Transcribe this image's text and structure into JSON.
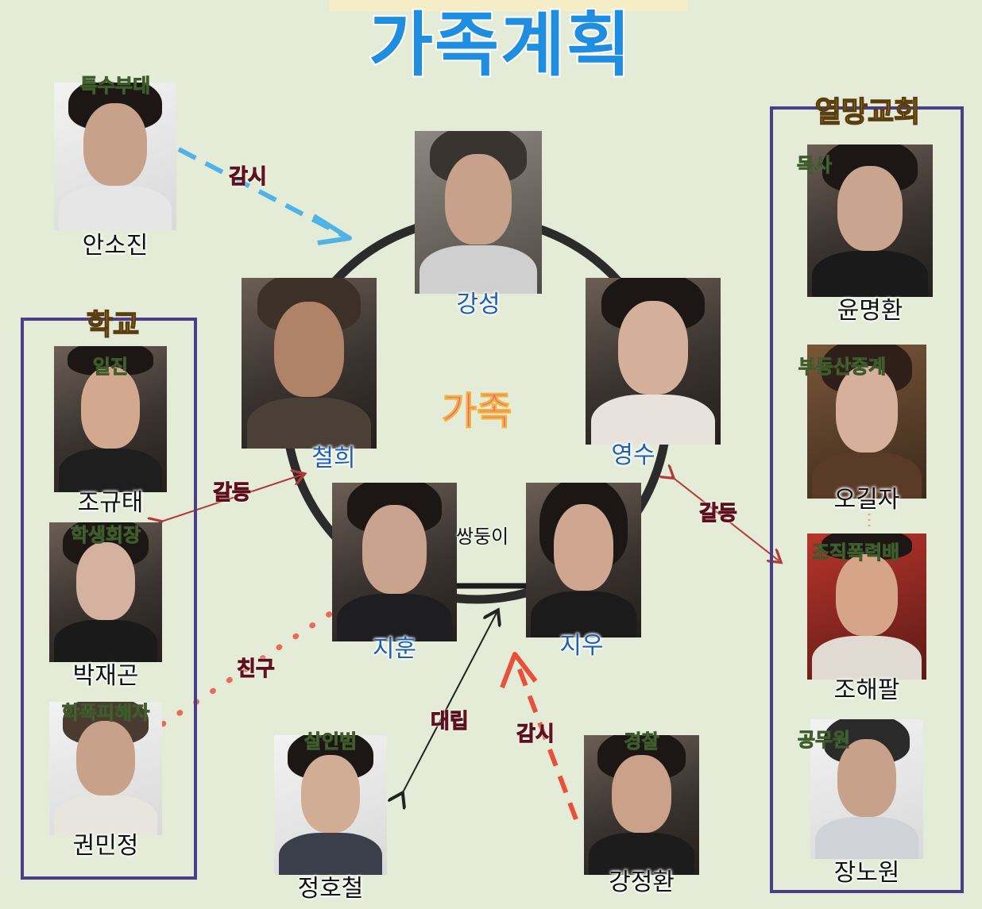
{
  "title": "가족계획",
  "center_label": "가족",
  "family": {
    "top": {
      "name": "강성"
    },
    "left": {
      "name": "철희"
    },
    "right": {
      "name": "영수"
    },
    "bottom_left": {
      "name": "지훈"
    },
    "bottom_right": {
      "name": "지우"
    },
    "twins_label": "쌍둥이"
  },
  "left_top": {
    "role": "특수부대",
    "name": "안소진",
    "relation": "감시"
  },
  "school": {
    "title": "학교",
    "members": [
      {
        "role": "일진",
        "name": "조규태"
      },
      {
        "role": "학생회장",
        "name": "박재곤"
      },
      {
        "role": "학폭피해자",
        "name": "권민정"
      }
    ],
    "relation_conflict": "갈등",
    "relation_friend": "친구"
  },
  "church": {
    "title": "열망교회",
    "members": [
      {
        "role": "목사",
        "name": "윤명환"
      },
      {
        "role": "부동산중계",
        "name": "오길자"
      },
      {
        "role": "조직폭력배",
        "name": "조해팔"
      },
      {
        "role": "공무원",
        "name": "장노원"
      }
    ],
    "relation_conflict": "갈등"
  },
  "bottom": {
    "murderer": {
      "role": "살인범",
      "name": "정호철",
      "relation": "대립"
    },
    "police": {
      "role": "경찰",
      "name": "강정환",
      "relation": "감시"
    }
  },
  "colors": {
    "title": "#1f8de0",
    "box": "#4a3d8a",
    "relation_text": "#c2203a",
    "watch_arrow_blue": "#4fb3e8",
    "watch_arrow_red": "#e8503a",
    "friend_dots": "#e86a5a"
  }
}
